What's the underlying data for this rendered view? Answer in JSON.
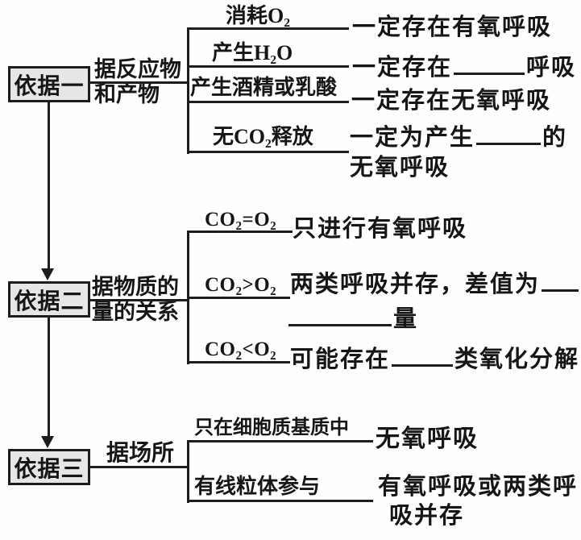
{
  "sections": [
    {
      "box_label": "依据一",
      "criterion": [
        "据反应物",
        "和产物"
      ],
      "branches": [
        "消耗O₂",
        "产生H₂O",
        "产生酒精或乳酸",
        "无CO₂释放"
      ],
      "results": [
        {
          "text": "一定存在有氧呼吸"
        },
        {
          "pre": "一定存在",
          "post": "呼吸"
        },
        {
          "text": "一定存在无氧呼吸"
        },
        {
          "pre": "一定为产生",
          "post": "的",
          "line2": "无氧呼吸"
        }
      ]
    },
    {
      "box_label": "依据二",
      "criterion": [
        "据物质的",
        "量的关系"
      ],
      "branches": [
        "CO₂=O₂",
        "CO₂>O₂",
        "CO₂<O₂"
      ],
      "results": [
        {
          "text": "只进行有氧呼吸"
        },
        {
          "line1": "两类呼吸并存，差值为",
          "line2_post": "量"
        },
        {
          "pre": "可能存在",
          "post": "类氧化分解"
        }
      ]
    },
    {
      "box_label": "依据三",
      "criterion": [
        "据场所"
      ],
      "branches": [
        "只在细胞质基质中",
        "有线粒体参与"
      ],
      "results": [
        {
          "text": "无氧呼吸"
        },
        {
          "line1": "有氧呼吸或两类呼",
          "line2": "吸并存"
        }
      ]
    }
  ]
}
